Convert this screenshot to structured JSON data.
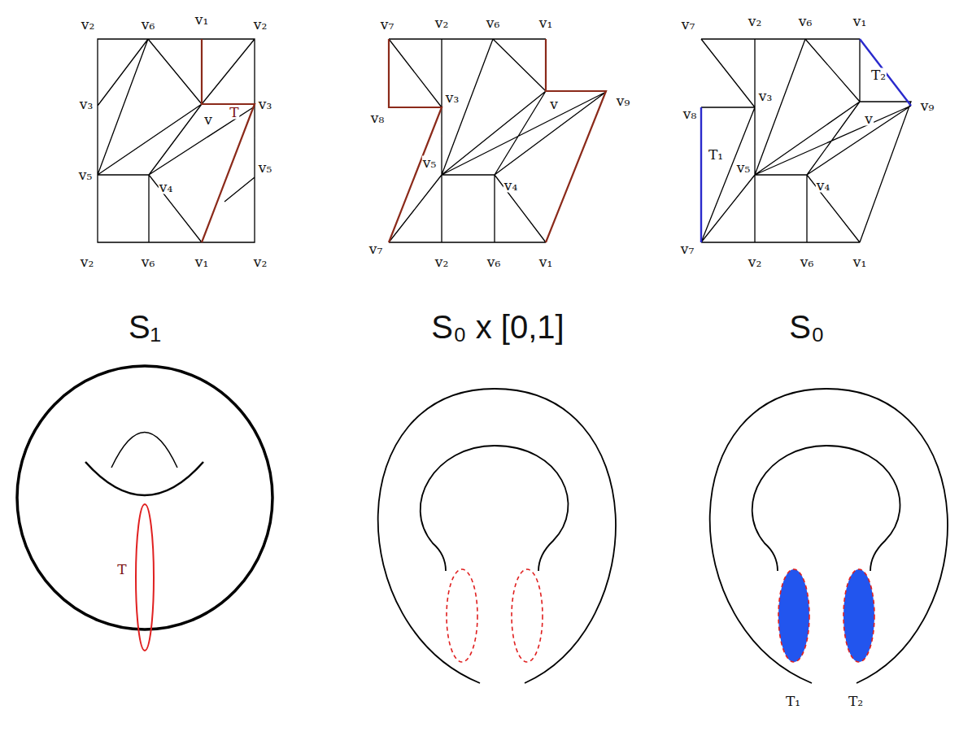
{
  "diagram": {
    "labels": [
      "v₂",
      "v₆",
      "v₁",
      "v₂",
      "v₃",
      "v₃",
      "T",
      "v",
      "v₅",
      "v₄",
      "v₅",
      "v₂",
      "v₆",
      "v₁",
      "v₂",
      "v₇",
      "v₂",
      "v₆",
      "v₁",
      "v₈",
      "v₃",
      "v",
      "v₉",
      "v₅",
      "v₄",
      "v₇",
      "v₂",
      "v₆",
      "v₁",
      "v₇",
      "v₂",
      "v₆",
      "v₁",
      "v₈",
      "v₃",
      "T₂",
      "v₉",
      "v",
      "T₁",
      "v₅",
      "v₄",
      "v₇",
      "v₂",
      "v₆",
      "v₁",
      "S₁",
      "S₀ x [0,1]",
      "S₀",
      "T",
      "T₁",
      "T₂"
    ]
  }
}
